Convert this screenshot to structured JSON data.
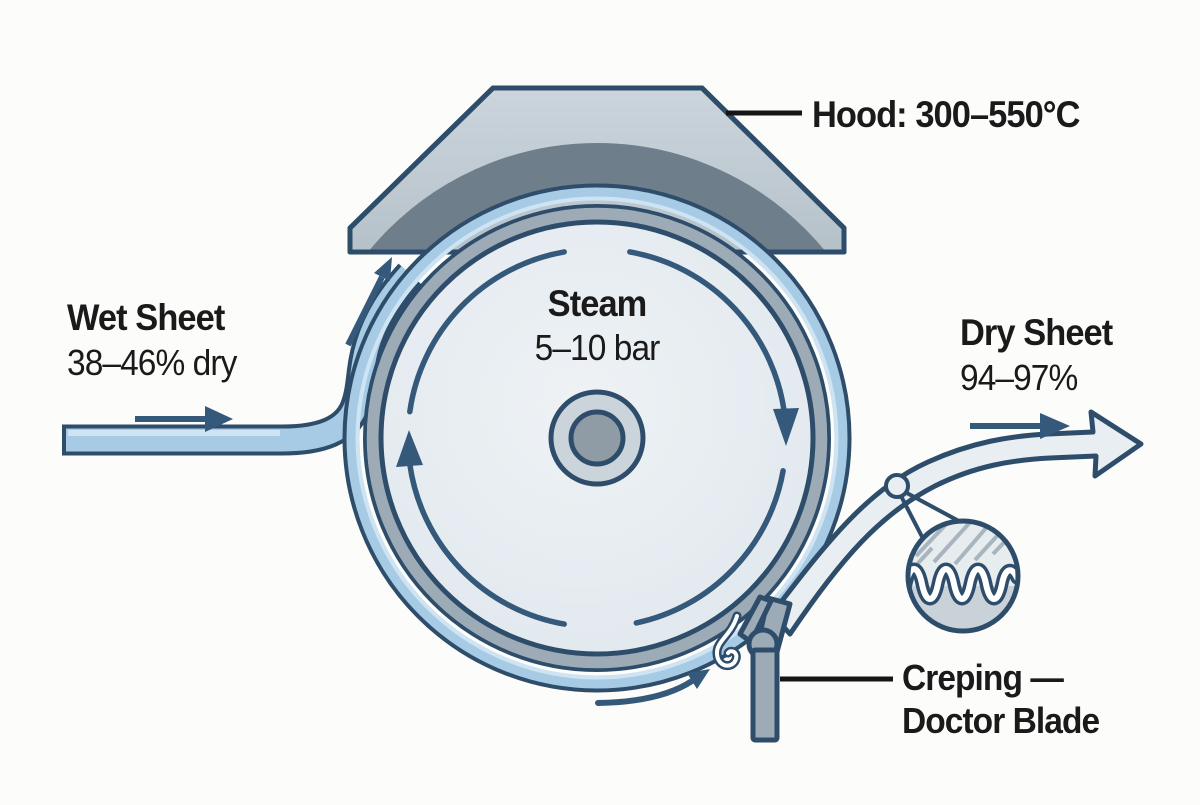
{
  "diagram": {
    "hood_label": "Hood: 300–550°C",
    "wet_sheet": {
      "title": "Wet Sheet",
      "value": "38–46% dry"
    },
    "steam": {
      "title": "Steam",
      "value": "5–10 bar"
    },
    "dry_sheet": {
      "title": "Dry Sheet",
      "value": "94–97%"
    },
    "creping_blade": {
      "line1": "Creping —",
      "line2": "Doctor Blade"
    }
  },
  "colors": {
    "background": "#fcfcfa",
    "text": "#1a1a1a",
    "outline_dark": "#2e4d6b",
    "sheet_blue": "#a7cbe5",
    "sheet_highlight": "#cfe4f2",
    "shell_gray": "#9dabb6",
    "cylinder_interior_edge": "#dfe7ed",
    "cylinder_interior_center": "#eef2f5",
    "hood_face_top": "#ccd5dc",
    "hood_face_bottom": "#b5c1c9",
    "hood_inner_band": "#6f7e8b",
    "hub_outer": "#cbd4db",
    "hub_inner": "#8f9ba5",
    "arrow_dark": "#35597a",
    "dry_sheet_fill": "#e9eef2",
    "leader_line": "#151515",
    "inset_top": "#e7ecef",
    "inset_bottom": "#c9d2d9",
    "inset_hatch": "#a8b5bf",
    "wave_core": "#ffffff"
  }
}
